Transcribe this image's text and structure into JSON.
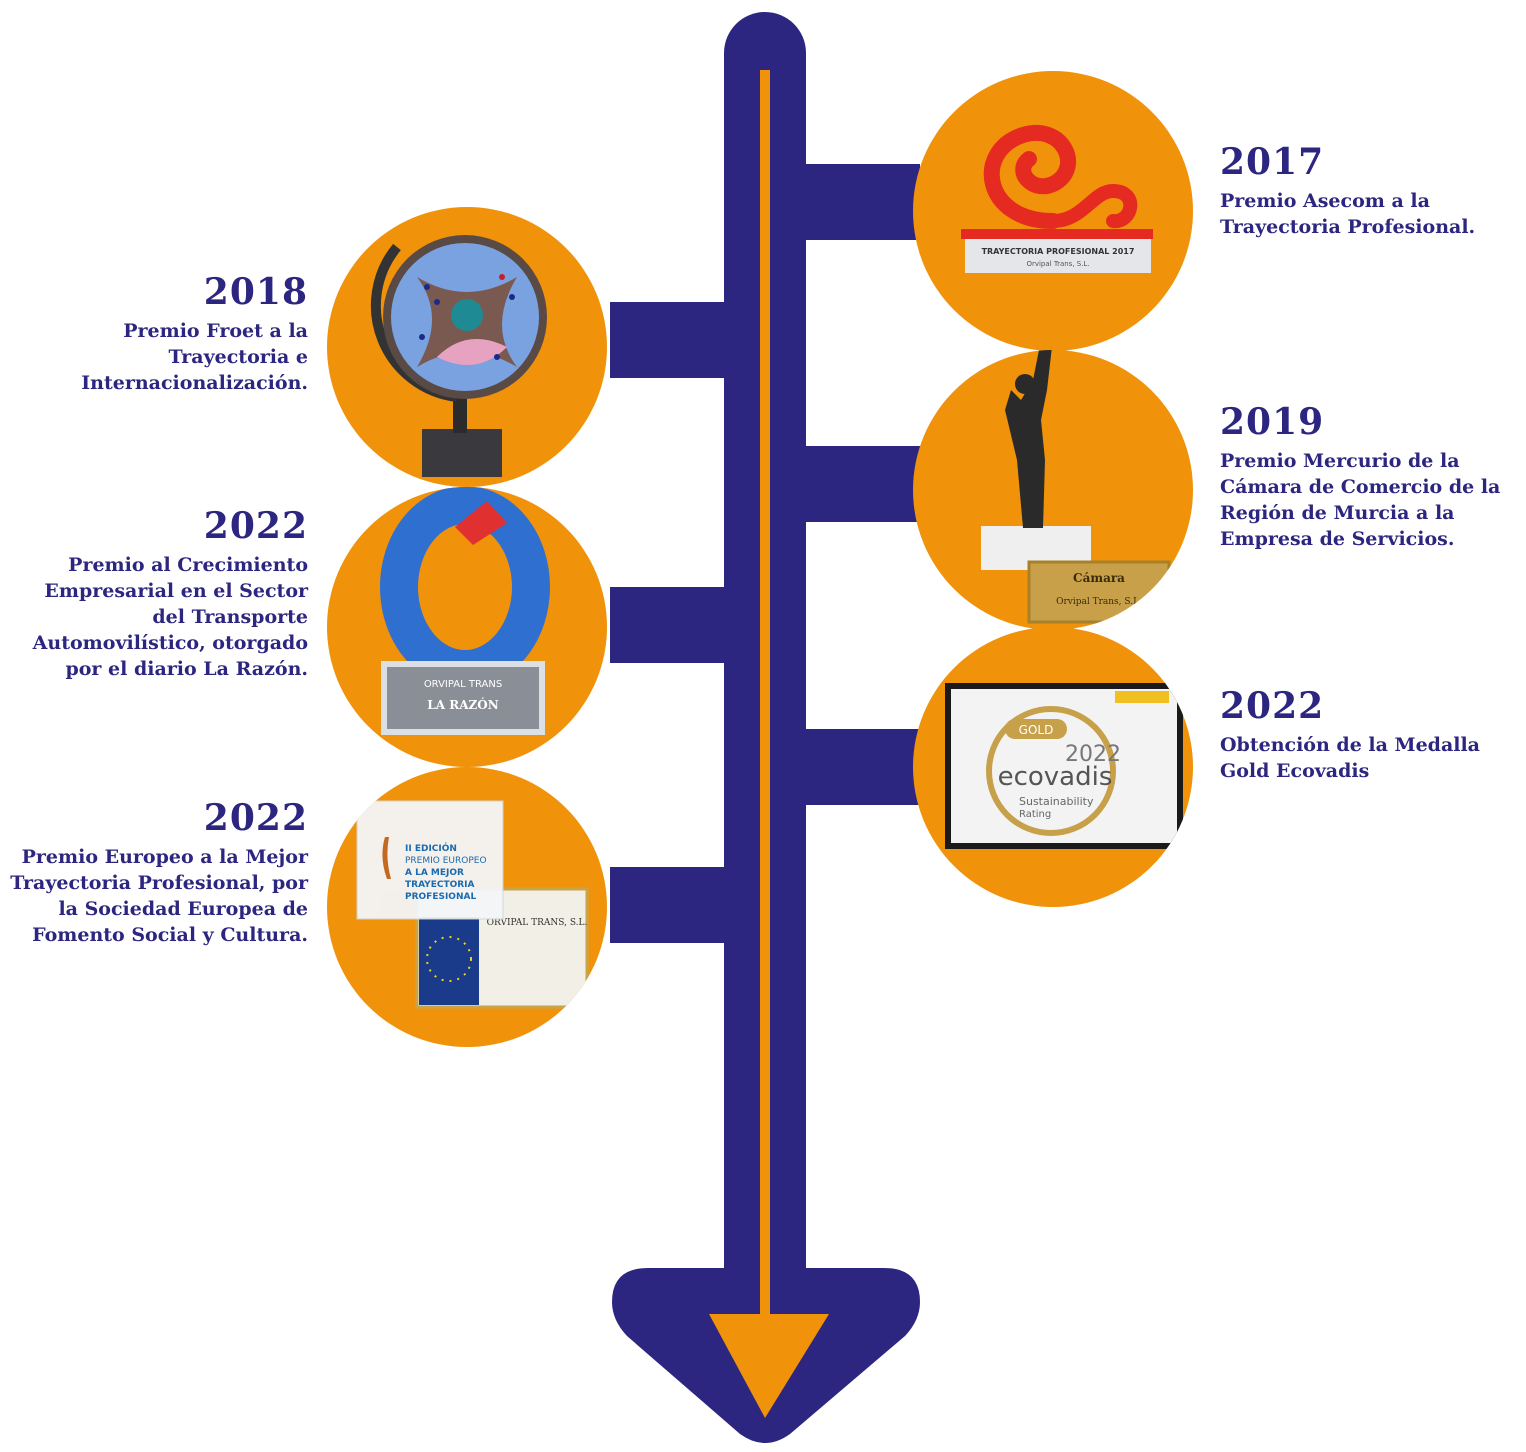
{
  "colors": {
    "spine": "#2d2680",
    "accent": "#f0920a",
    "text": "#2d2680"
  },
  "awards": [
    {
      "year": "2017",
      "description": "Premio Asecom a la Trayectoria Profesional.",
      "image": "red-swirl-trophy-icon",
      "plaque": "TRAYECTORIA PROFESIONAL 2017",
      "plaque_sub": "Orvipal Trans, S.L."
    },
    {
      "year": "2018",
      "description": "Premio Froet a la Trayectoria e Internacionalización.",
      "image": "glass-disc-trophy-icon"
    },
    {
      "year": "2019",
      "description": "Premio Mercurio de la Cámara de Comercio de la Región de Murcia a la Empresa de Servicios.",
      "image": "bronze-mercury-statue-icon",
      "plaque": "Cámara",
      "plaque_sub": "Orvipal Trans, S.L."
    },
    {
      "year": "2022",
      "description": "Premio al Crecimiento Empresarial en el Sector del Transporte Automovilístico, otorgado por el diario La Razón.",
      "image": "blue-o-trophy-icon",
      "plaque": "ORVIPAL TRANS",
      "plaque_sub": "LA RAZÓN"
    },
    {
      "year": "2022",
      "description": "Obtención de la Medalla Gold Ecovadis",
      "image": "ecovadis-gold-medal-icon",
      "medal": {
        "label": "GOLD",
        "year": "2022",
        "brand": "ecovadis",
        "sub1": "Sustainability",
        "sub2": "Rating"
      }
    },
    {
      "year": "2022",
      "description": "Premio Europeo a la Mejor Trayectoria Profesional, por la Sociedad Europea de Fomento Social y Cultura.",
      "image": "european-award-certificate-icon",
      "plaque": "II EDICIÓN",
      "plaque_sub": "PREMIO EUROPEO",
      "plaque_sub2": "A LA MEJOR",
      "plaque_sub3": "TRAYECTORIA",
      "plaque_sub4": "PROFESIONAL",
      "certificate_company": "ORVIPAL TRANS, S.L."
    }
  ]
}
